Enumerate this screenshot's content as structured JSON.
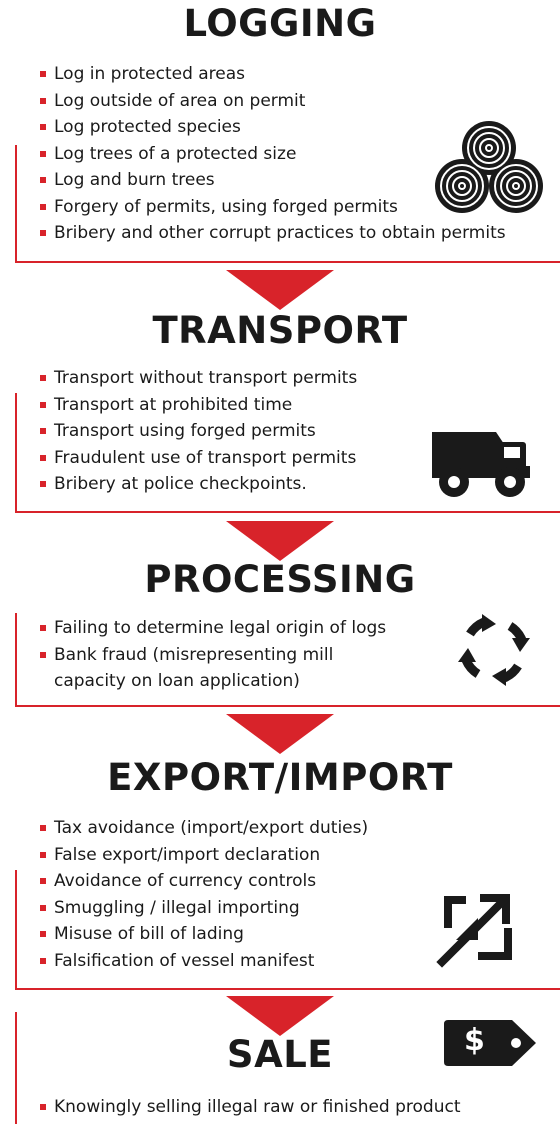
{
  "stages": [
    {
      "title": "LOGGING",
      "items": [
        "Log in protected areas",
        "Log outside of area on permit",
        "Log protected species",
        "Log trees of a protected size",
        "Log and burn trees",
        "Forgery of permits, using forged permits",
        "Bribery and other corrupt practices to obtain permits"
      ],
      "icon": "logs-icon"
    },
    {
      "title": "TRANSPORT",
      "items": [
        "Transport without transport permits",
        "Transport at prohibited time",
        "Transport using forged permits",
        "Fraudulent use of transport permits",
        "Bribery at police checkpoints."
      ],
      "icon": "dump-truck-icon"
    },
    {
      "title": "PROCESSING",
      "items": [
        "Failing to determine legal origin of logs",
        "Bank fraud (misrepresenting mill capacity on loan application)"
      ],
      "icon": "cycle-arrows-icon"
    },
    {
      "title": "EXPORT/IMPORT",
      "items": [
        "Tax avoidance (import/export duties)",
        "False export/import declaration",
        "Avoidance of currency controls",
        "Smuggling / illegal importing",
        "Misuse of bill of lading",
        "Falsification of vessel manifest"
      ],
      "icon": "export-arrow-icon"
    },
    {
      "title": "SALE",
      "items": [
        "Knowingly selling illegal raw or finished product"
      ],
      "icon": "price-tag-icon",
      "tag_symbol": "$"
    }
  ],
  "colors": {
    "accent": "#d8232a",
    "text": "#1a1a1a"
  }
}
